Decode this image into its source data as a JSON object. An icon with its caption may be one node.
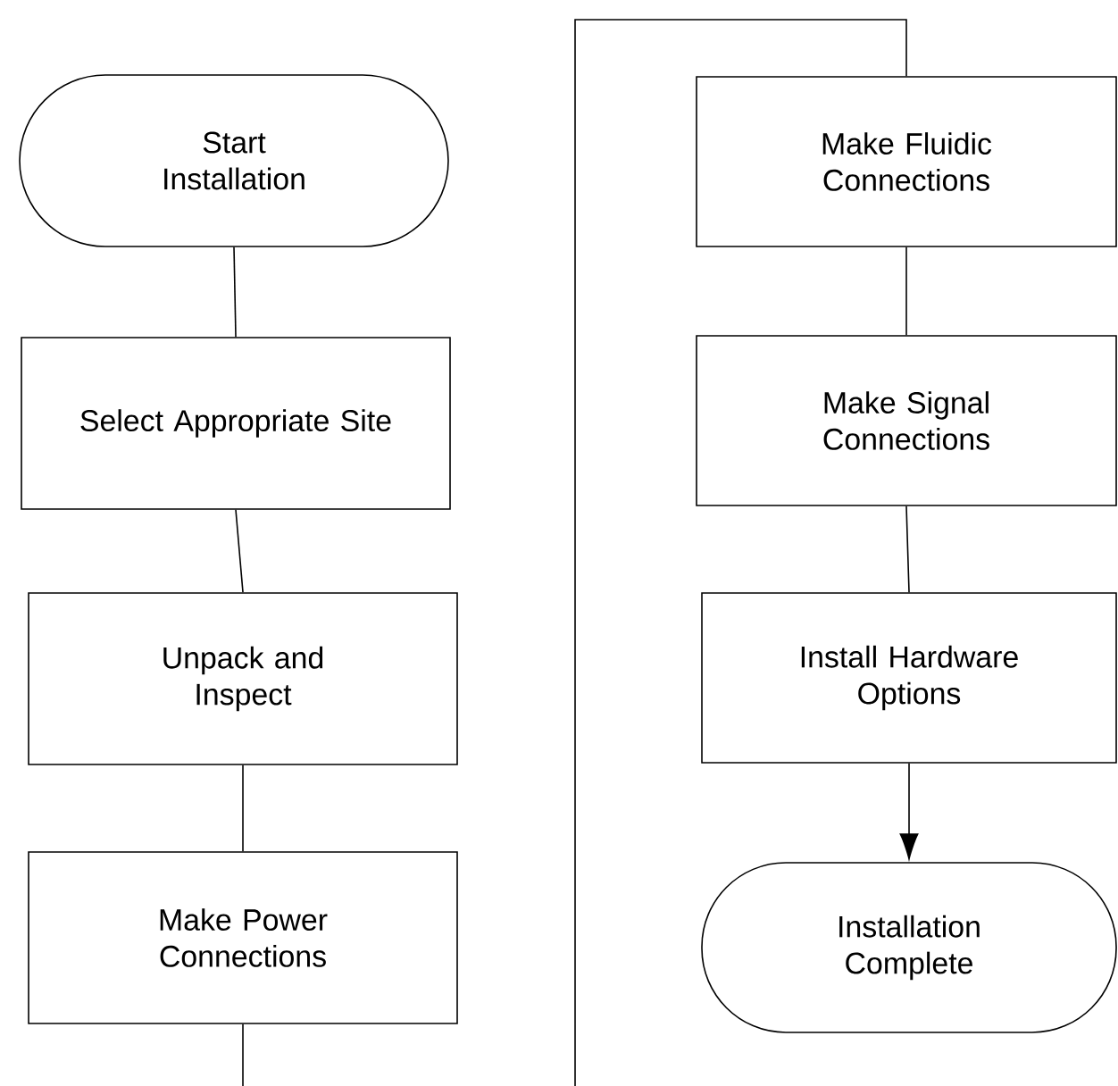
{
  "diagram": {
    "nodes": [
      {
        "text": [
          "Start Installation"
        ]
      },
      {
        "text": [
          "Select Appropriate Site"
        ]
      },
      {
        "text": [
          "Unpack and Inspect"
        ]
      },
      {
        "text": [
          "Make Power Connections"
        ]
      },
      {
        "text": [
          "Make Fluidic Connections"
        ]
      },
      {
        "text": [
          "Make Signal Connections"
        ]
      },
      {
        "text": [
          "Install Hardware Options"
        ]
      },
      {
        "text": [
          "Installation Complete"
        ]
      }
    ],
    "edges": [
      {
        "from": 0,
        "to": 1,
        "arrow": "none"
      },
      {
        "from": 1,
        "to": 2,
        "arrow": "none"
      },
      {
        "from": 2,
        "to": 3,
        "arrow": "none"
      },
      {
        "from": 3,
        "to": 4,
        "arrow": "none"
      },
      {
        "from": 4,
        "to": 5,
        "arrow": "none"
      },
      {
        "from": 5,
        "to": 6,
        "arrow": "none"
      },
      {
        "from": 6,
        "to": 7,
        "arrow": "to"
      }
    ]
  }
}
